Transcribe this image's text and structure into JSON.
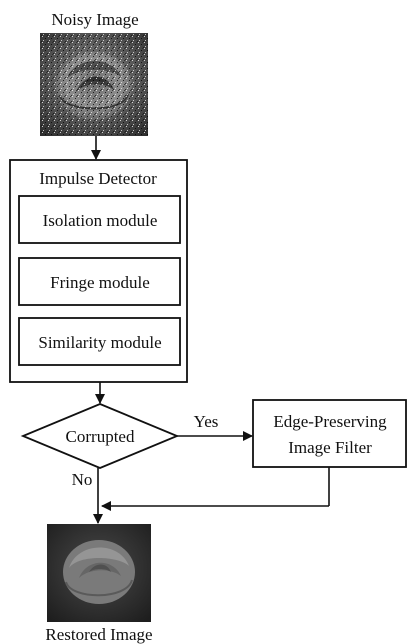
{
  "diagram": {
    "input_label": "Noisy Image",
    "detector_title": "Impulse Detector",
    "modules": [
      "Isolation module",
      "Fringe module",
      "Similarity module"
    ],
    "decision_label": "Corrupted",
    "yes_label": "Yes",
    "no_label": "No",
    "filter_lines": [
      "Edge-Preserving",
      "Image Filter"
    ],
    "output_label": "Restored Image"
  }
}
